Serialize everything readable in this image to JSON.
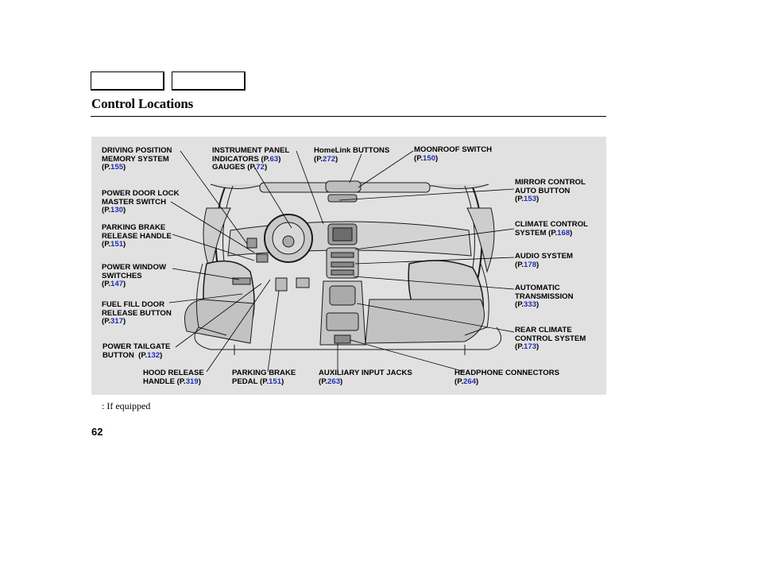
{
  "header": {
    "tabs": [
      "",
      ""
    ],
    "title": "Control Locations"
  },
  "callouts": [
    {
      "id": "driving",
      "l1": "DRIVING POSITION",
      "l2": "MEMORY SYSTEM",
      "pg": "155"
    },
    {
      "id": "doorlock",
      "l1": "POWER DOOR LOCK",
      "l2": "MASTER SWITCH",
      "pg": "130"
    },
    {
      "id": "pbrelease",
      "l1": "PARKING BRAKE",
      "l2": "RELEASE HANDLE",
      "pg": "151"
    },
    {
      "id": "window",
      "l1": "POWER WINDOW",
      "l2": "SWITCHES",
      "pg": "147"
    },
    {
      "id": "fuel",
      "l1": "FUEL FILL DOOR",
      "l2": "RELEASE BUTTON",
      "pg": "317"
    },
    {
      "id": "tailgate",
      "l1": "POWER TAILGATE",
      "l2": "BUTTON",
      "pg": "132"
    },
    {
      "id": "hood",
      "l1": "HOOD RELEASE",
      "l2": "HANDLE",
      "pg": "319"
    },
    {
      "id": "pbpedal",
      "l1": "PARKING BRAKE",
      "l2": "PEDAL",
      "pg": "151"
    },
    {
      "id": "instrument",
      "l1": "INSTRUMENT PANEL",
      "l2": "INDICATORS",
      "pg": "63",
      "l3": "GAUGES",
      "pg2": "72"
    },
    {
      "id": "homelink",
      "l1": "HomeLink BUTTONS",
      "pg": "272"
    },
    {
      "id": "moonroof",
      "l1": "MOONROOF SWITCH",
      "pg": "150"
    },
    {
      "id": "mirror",
      "l1": "MIRROR CONTROL",
      "l2": "AUTO BUTTON",
      "pg": "153"
    },
    {
      "id": "climate",
      "l1": "CLIMATE CONTROL",
      "l2": "SYSTEM",
      "pg": "168"
    },
    {
      "id": "audio",
      "l1": "AUDIO SYSTEM",
      "pg": "178"
    },
    {
      "id": "trans",
      "l1": "AUTOMATIC",
      "l2": "TRANSMISSION",
      "pg": "333"
    },
    {
      "id": "rearclimate",
      "l1": "REAR CLIMATE",
      "l2": "CONTROL SYSTEM",
      "pg": "173"
    },
    {
      "id": "aux",
      "l1": "AUXILIARY INPUT JACKS",
      "pg": "263"
    },
    {
      "id": "headphone",
      "l1": "HEADPHONE CONNECTORS",
      "pg": "264"
    }
  ],
  "ref_prefix": "P.",
  "footnote": ":   If equipped",
  "page_number": "62"
}
